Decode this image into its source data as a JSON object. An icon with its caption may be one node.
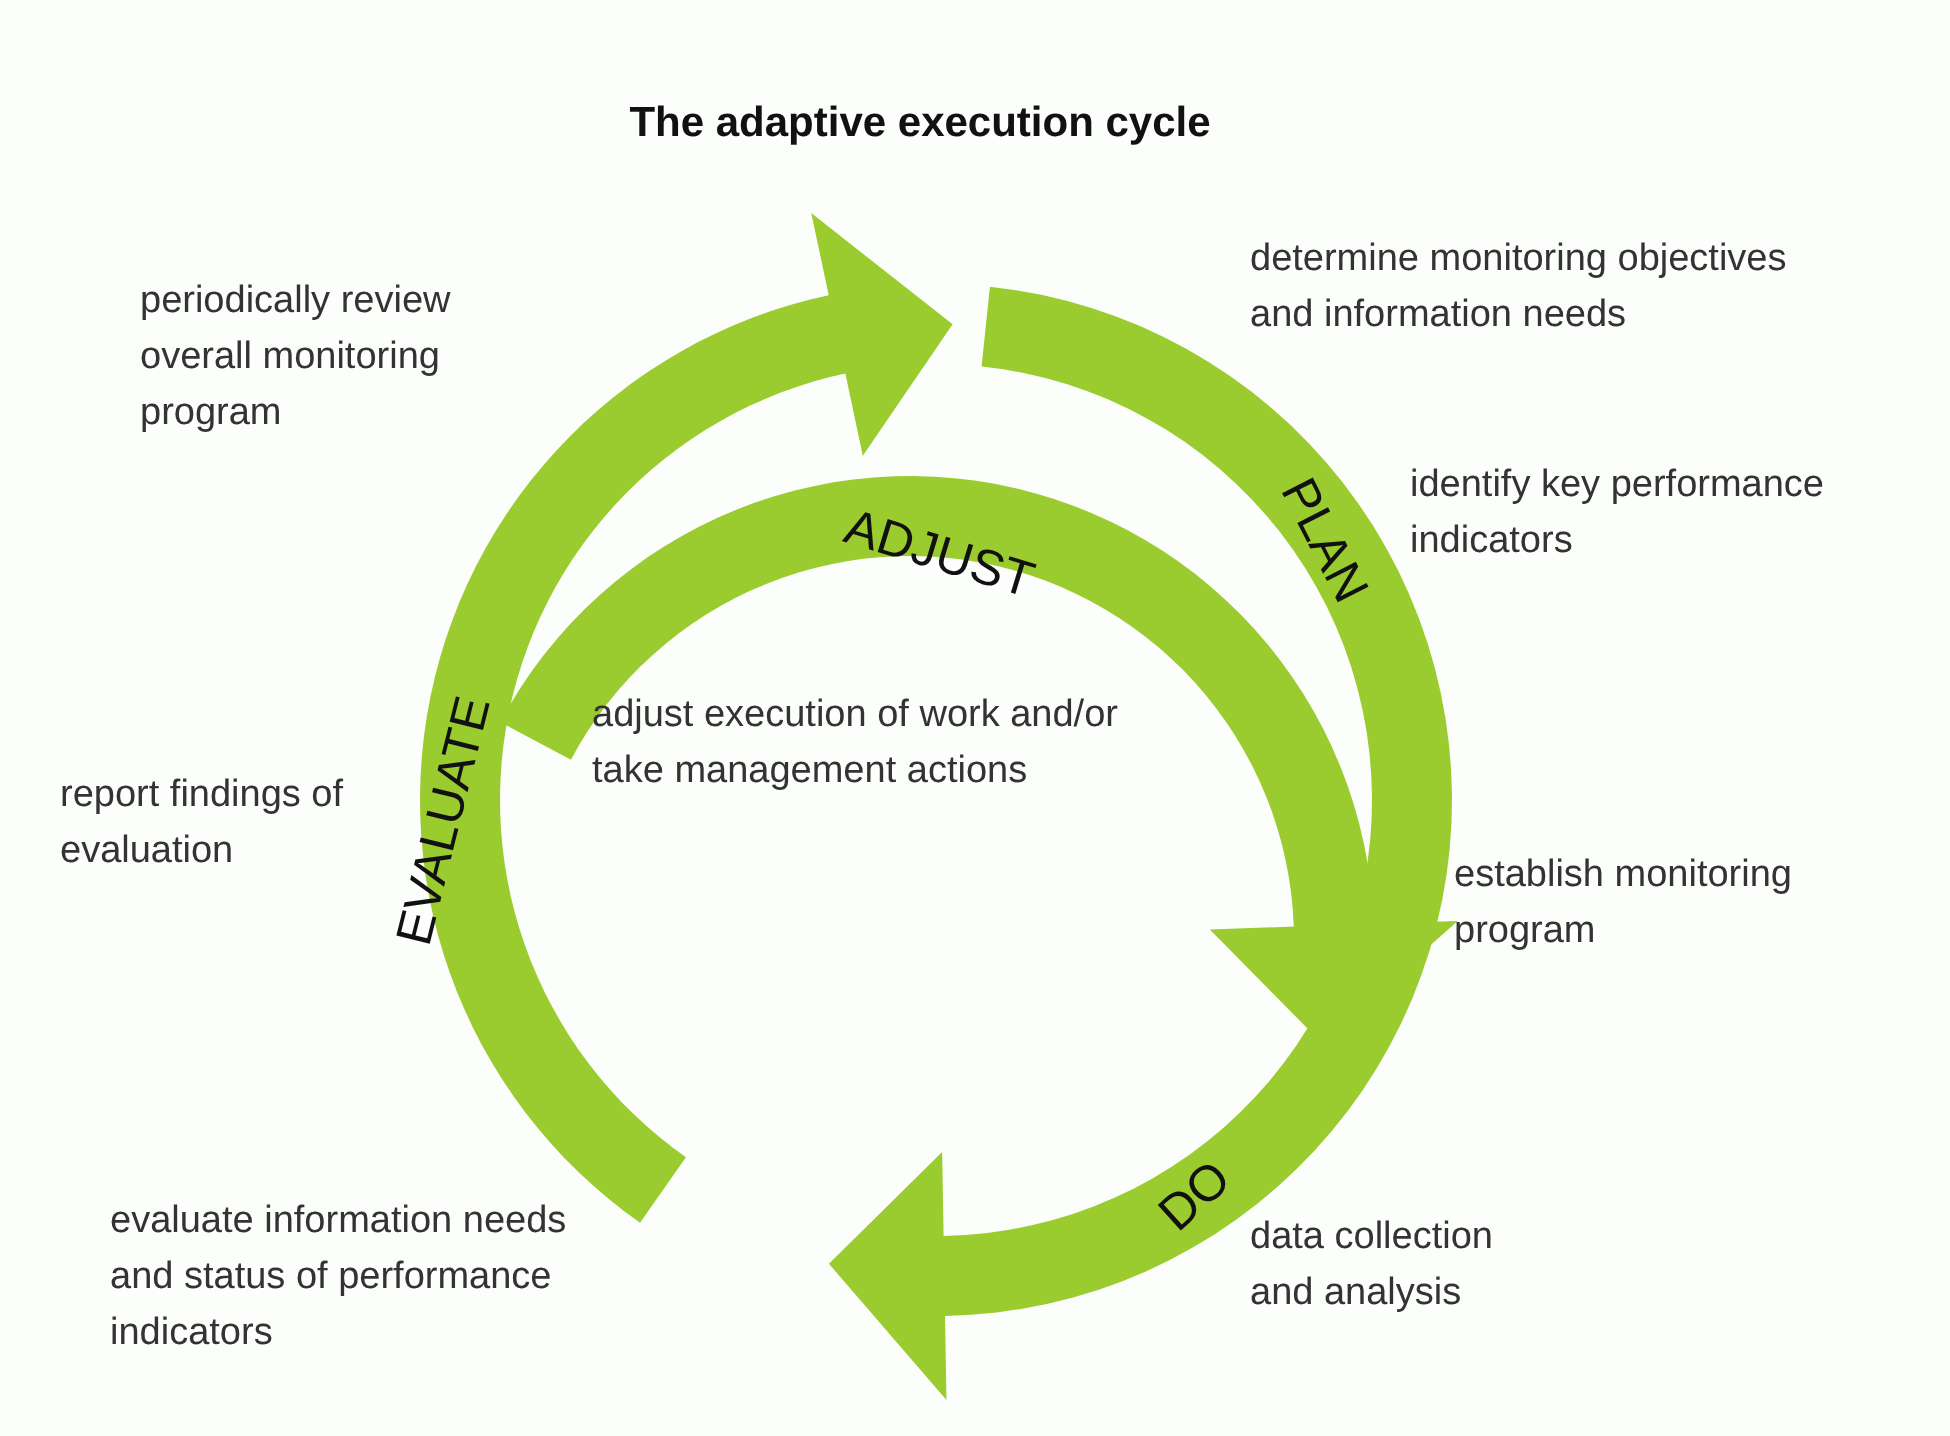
{
  "diagram": {
    "title": "The adaptive execution cycle",
    "labels": [
      "periodically review overall monitoring program",
      "determine monitoring objectives and information needs",
      "identify key performance indicators",
      "ADJUST",
      "PLAN",
      "adjust execution of work and/or take management actions",
      "EVALUATE",
      "report findings of evaluation",
      "establish monitoring program",
      "evaluate information needs and status of performance indicators",
      "DO",
      "data collection and analysis"
    ]
  }
}
